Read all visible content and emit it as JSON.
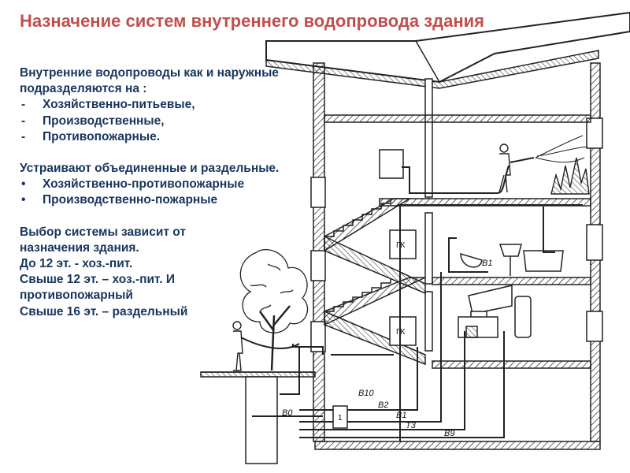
{
  "title": "Назначение систем  внутреннего водопровода здания",
  "intro": "Внутренние водопроводы как и наружные подразделяются на :",
  "types": [
    "Хозяйственно-питьевые,",
    "Производственные,",
    "Противопожарные."
  ],
  "combined_intro": "Устраивают объединенные и раздельные.",
  "combined": [
    "Хозяйственно-противопожарные",
    "Производственно-пожарные"
  ],
  "choice_lines": [
    "Выбор системы зависит от",
    "назначения здания.",
    "До 12 эт.  - хоз.-пит.",
    "Свыше 12 эт. – хоз.-пит. И",
    "противопожарный",
    "Свыше 16 эт. – раздельный"
  ],
  "markers": {
    "dash": "-",
    "bullet": "•"
  },
  "labels": {
    "gk_upper": "ГК",
    "gk_lower": "ГК",
    "b1_fixture": "В1",
    "b10": "В10",
    "b2": "В2",
    "b1": "В1",
    "t3": "Т3",
    "b9": "В9",
    "b0": "В0",
    "meter": "1"
  },
  "colors": {
    "title": "#c0504d",
    "text": "#17365d",
    "drawing": "#222222"
  }
}
